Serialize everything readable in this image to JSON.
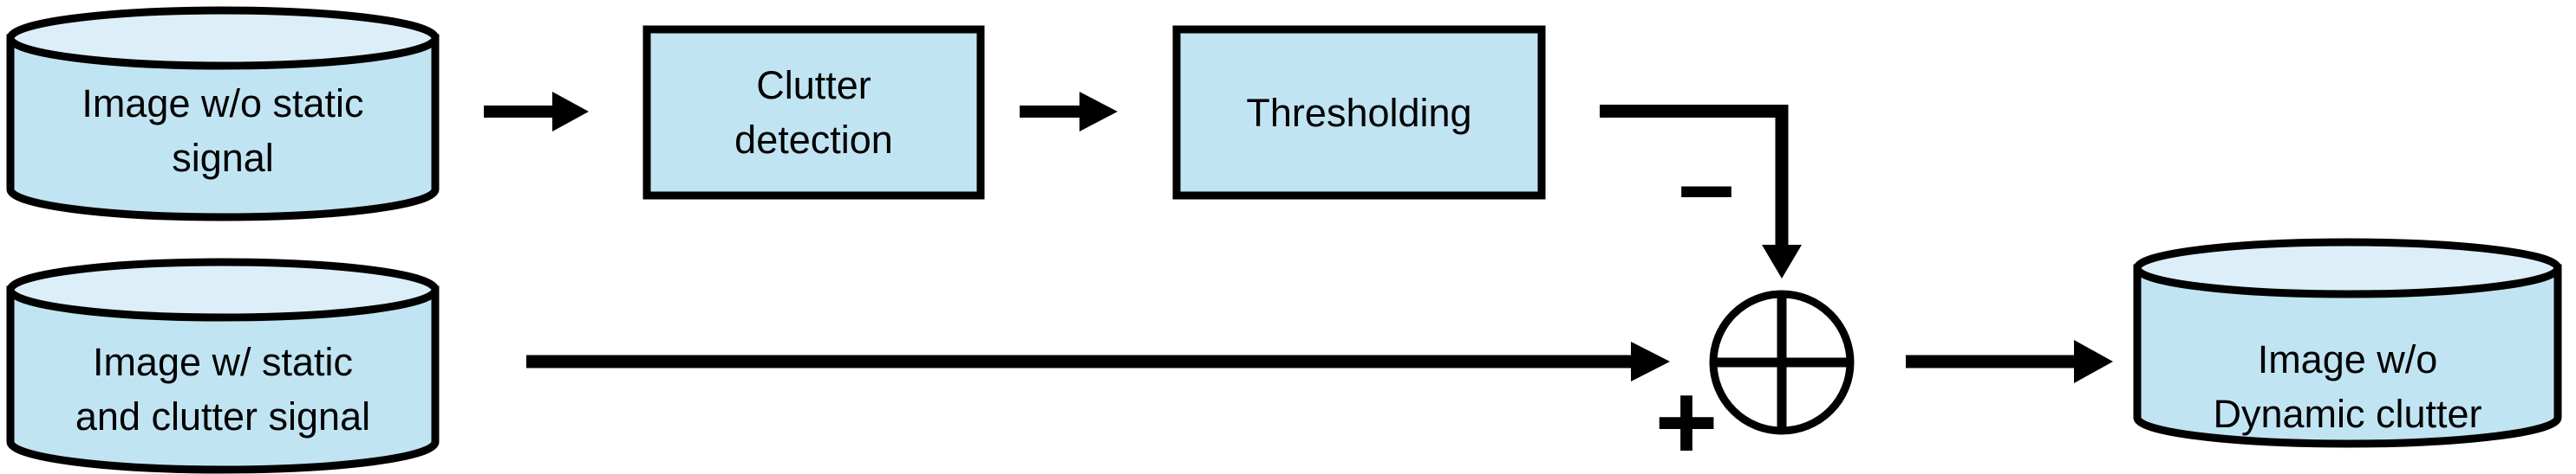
{
  "diagram": {
    "colors": {
      "background": "#FFFFFF",
      "shape_fill": "#C1E4F2",
      "cylinder_top_fill": "#DCEEF8",
      "outline": "#000000",
      "arrow": "#000000",
      "text": "#000000"
    },
    "nodes": {
      "source_no_static": {
        "shape": "cylinder",
        "lines": [
          "Image w/o static",
          "signal"
        ]
      },
      "clutter_detection": {
        "shape": "rectangle",
        "lines": [
          "Clutter",
          "detection"
        ]
      },
      "thresholding": {
        "shape": "rectangle",
        "lines": [
          "Thresholding"
        ]
      },
      "source_with_static": {
        "shape": "cylinder",
        "lines": [
          "Image w/ static",
          "and clutter signal"
        ]
      },
      "summing_junction": {
        "shape": "circle-plus",
        "minus_label": "−",
        "plus_label": "+"
      },
      "output_no_dynamic": {
        "shape": "cylinder",
        "lines": [
          "Image w/o",
          "Dynamic clutter"
        ]
      }
    },
    "edges": [
      {
        "from": "source_no_static",
        "to": "clutter_detection",
        "sign": ""
      },
      {
        "from": "clutter_detection",
        "to": "thresholding",
        "sign": ""
      },
      {
        "from": "thresholding",
        "to": "summing_junction",
        "sign": "−"
      },
      {
        "from": "source_with_static",
        "to": "summing_junction",
        "sign": "+"
      },
      {
        "from": "summing_junction",
        "to": "output_no_dynamic",
        "sign": ""
      }
    ]
  }
}
